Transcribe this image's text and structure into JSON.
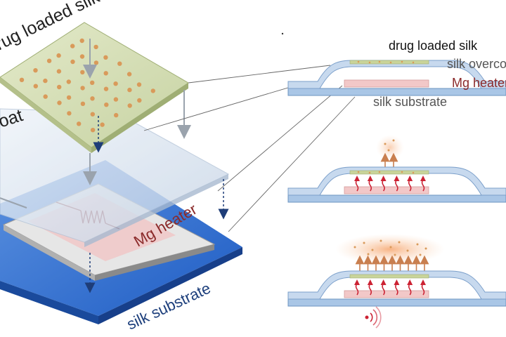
{
  "layers": {
    "drug_loaded_silk": "drug loaded silk",
    "silk_overcoat": "silk overcoat",
    "mg_heater": "Mg heater",
    "silk_substrate": "silk substrate"
  },
  "cross_section": {
    "label_drug": "drug loaded silk",
    "label_overcoat": "silk overcoat",
    "label_heater": "Mg heater",
    "label_substrate": "silk substrate",
    "states": [
      "idle",
      "heating",
      "heating-with-wireless-power"
    ]
  },
  "colors": {
    "drug_film": "#c9d49a",
    "drug_dots": "#d99a5a",
    "overcoat": "#c8d8ea",
    "heater": "#f2c8c8",
    "heater_text": "#8b2a2a",
    "substrate": "#2f6fd0",
    "substrate_light": "#a9c6e6",
    "heat_arrow": "#cc2233",
    "release_arrow": "#d9a070",
    "release_cloud": "#f6b98a"
  },
  "icons": {
    "heat": "heat-wave-arrow-icon",
    "release": "release-arrow-icon",
    "wireless": "wireless-signal-icon"
  }
}
